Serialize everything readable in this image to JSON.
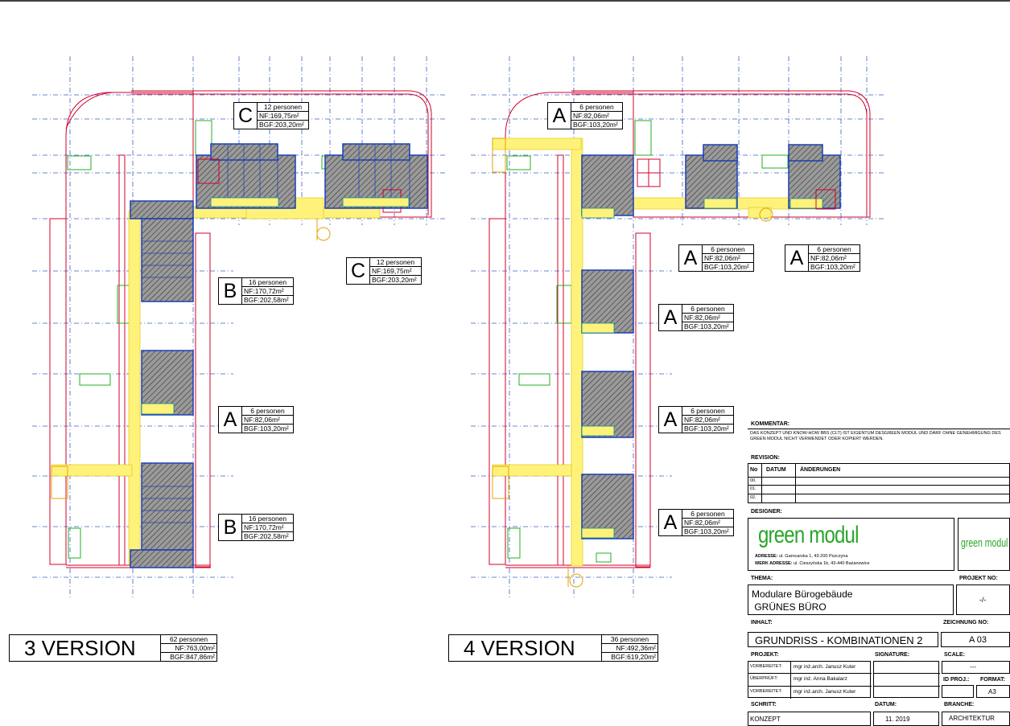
{
  "versions": [
    {
      "label": "3 VERSION",
      "personen": "62 personen",
      "nf": "NF:763,00m²",
      "bgf": "BGF:847,86m²"
    },
    {
      "label": "4 VERSION",
      "personen": "36 personen",
      "nf": "NF:492,36m²",
      "bgf": "BGF:619,20m²"
    }
  ],
  "tags_v3": [
    {
      "letter": "C",
      "personen": "12 personen",
      "nf": "NF:169,75m²",
      "bgf": "BGF:203,20m²"
    },
    {
      "letter": "C",
      "personen": "12 personen",
      "nf": "NF:169,75m²",
      "bgf": "BGF:203,20m²"
    },
    {
      "letter": "B",
      "personen": "16 personen",
      "nf": "NF:170,72m²",
      "bgf": "BGF:202,58m²"
    },
    {
      "letter": "A",
      "personen": "6 personen",
      "nf": "NF:82,06m²",
      "bgf": "BGF:103,20m²"
    },
    {
      "letter": "B",
      "personen": "16 personen",
      "nf": "NF:170,72m²",
      "bgf": "BGF:202,58m²"
    }
  ],
  "tags_v4": [
    {
      "letter": "A",
      "personen": "6 personen",
      "nf": "NF:82,06m²",
      "bgf": "BGF:103,20m²"
    },
    {
      "letter": "A",
      "personen": "6 personen",
      "nf": "NF:82,06m²",
      "bgf": "BGF:103,20m²"
    },
    {
      "letter": "A",
      "personen": "6 personen",
      "nf": "NF:82,06m²",
      "bgf": "BGF:103,20m²"
    },
    {
      "letter": "A",
      "personen": "6 personen",
      "nf": "NF:82,06m²",
      "bgf": "BGF:103,20m²"
    },
    {
      "letter": "A",
      "personen": "6 personen",
      "nf": "NF:82,06m²",
      "bgf": "BGF:103,20m²"
    },
    {
      "letter": "A",
      "personen": "6 personen",
      "nf": "NF:82,06m²",
      "bgf": "BGF:103,20m²"
    }
  ],
  "title_block": {
    "kommentar_h": "KOMMENTAR:",
    "kommentar": "DAS KONZEPT UND KNOW-HOW BBS (CLT) IST EIGENTUM DESGREEN MODUL UND DARF OHNE GENEHMIGUNG DES GREEN MODUL NICHT VERWENDET ODER KOPIERT WERDEN.",
    "revision_h": "REVISION:",
    "rev_no": "No",
    "rev_datum": "DATUM",
    "rev_aend": "ÄNDERUNGEN",
    "rev_rows": [
      "00.",
      "01.",
      "02."
    ],
    "designer_h": "DESIGNER:",
    "logo_text": "green modul",
    "logo_small": "green modul",
    "adresse_label": "ADRESSE:",
    "adresse": "ul. Garncarska 1, 43-200 Pszczyna",
    "werk_label": "WERK ADRESSE:",
    "werk": "ul. Cieszyńska 1b,  43-440 Bażanowice",
    "thema_h": "THEMA:",
    "thema1": "Modulare Bürogebäude",
    "thema2": " GRÜNES BÜRO",
    "projekt_no_h": "PROJEKT NO:",
    "projekt_no": "-/-",
    "inhalt_h": "INHALT:",
    "inhalt": "GRUNDRISS - KOMBINATIONEN 2",
    "zeichnung_h": "ZEICHNUNG NO:",
    "zeichnung": "A 03",
    "projekt_h": "PROJEKT:",
    "signature_h": "SIGNATURE:",
    "scale_h": "SCALE:",
    "scale": "---",
    "people": [
      {
        "role": "VORBEREITET:",
        "name": "mgr inż.arch. Janusz Kuter"
      },
      {
        "role": "ÜBERPRÜFT:",
        "name": "mgr inż. Anna Bakalarz"
      },
      {
        "role": "VORBEREITET:",
        "name": "mgr inż.arch. Janusz Kuter"
      }
    ],
    "id_proj_h": "ID PROJ.:",
    "format_h": "FORMAT:",
    "format": "A3",
    "schritt_h": "SCHRITT:",
    "schritt": "KONZEPT",
    "datum_h": "DATUM:",
    "datum": "11. 2019",
    "branche_h": "BRANCHE:",
    "branche": "ARCHITEKTUR"
  }
}
